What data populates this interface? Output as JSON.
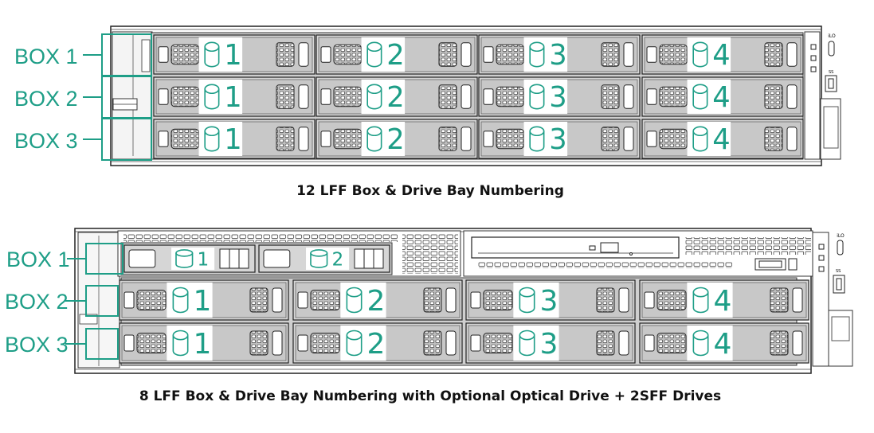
{
  "accent_color": "#1e9e87",
  "diagram_12lff": {
    "caption": "12 LFF Box & Drive Bay Numbering",
    "boxes": [
      {
        "label": "BOX 1",
        "bays": [
          "1",
          "2",
          "3",
          "4"
        ]
      },
      {
        "label": "BOX 2",
        "bays": [
          "1",
          "2",
          "3",
          "4"
        ]
      },
      {
        "label": "BOX 3",
        "bays": [
          "1",
          "2",
          "3",
          "4"
        ]
      }
    ],
    "panel_labels": {
      "ilo": "iLO",
      "usb": "SS"
    }
  },
  "diagram_8lff": {
    "caption": "8 LFF Box & Drive Bay Numbering with Optional Optical Drive + 2SFF Drives",
    "boxes": [
      {
        "label": "BOX 1",
        "bays": [
          "1",
          "2"
        ]
      },
      {
        "label": "BOX 2",
        "bays": [
          "1",
          "2",
          "3",
          "4"
        ]
      },
      {
        "label": "BOX 3",
        "bays": [
          "1",
          "2",
          "3",
          "4"
        ]
      }
    ],
    "panel_labels": {
      "ilo": "iLO",
      "usb": "SS"
    }
  }
}
